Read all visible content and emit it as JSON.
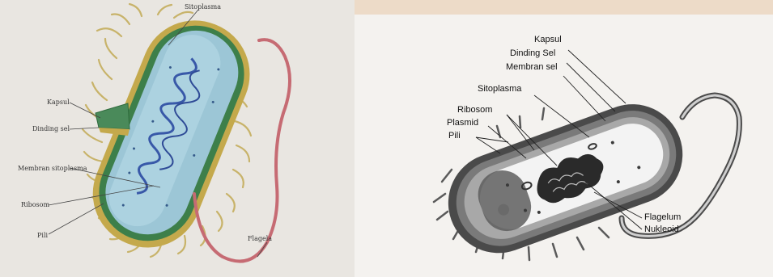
{
  "left_diagram": {
    "labels": {
      "cytoplasm": "Sitoplasma",
      "capsule": "Kapsul",
      "cell_wall": "Dinding sel",
      "plasma_membrane": "Membran sitoplasma",
      "ribosome": "Ribosom",
      "pili": "Pili",
      "flagellum": "Flagela"
    },
    "colors": {
      "capsule": "#3d7f4a",
      "cytoplasm": "#9cc6d6",
      "dna": "#3858a8",
      "pili": "#c8b36a",
      "flagellum": "#c66b73"
    }
  },
  "right_diagram": {
    "labels": {
      "capsule": "Kapsul",
      "cell_wall": "Dinding Sel",
      "cell_membrane": "Membran sel",
      "cytoplasm": "Sitoplasma",
      "ribosome": "Ribosom",
      "plasmid": "Plasmid",
      "pili": "Pili",
      "flagellum": "Flagelum",
      "nucleoid": "Nukleoid"
    },
    "colors": {
      "outer": "#4a4a4a",
      "wall": "#7a7a7a",
      "interior": "#f3f3f3",
      "nucleoid": "#2a2a2a"
    }
  }
}
